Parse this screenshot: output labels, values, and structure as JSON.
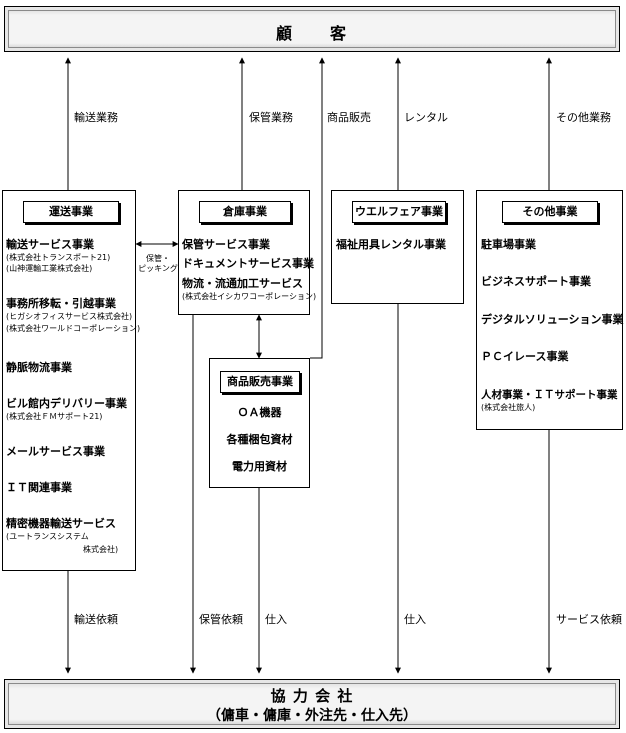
{
  "customer": {
    "label": "顧　　客"
  },
  "partner": {
    "title": "協 力 会 社",
    "subtitle": "（傭車・傭庫・外注先・仕入先）"
  },
  "top_flows": {
    "transport": "輸送業務",
    "storage": "保管業務",
    "sales": "商品販売",
    "rental": "レンタル",
    "other": "その他業務"
  },
  "bottom_flows": {
    "transport": "輸送依頼",
    "storage": "保管依頼",
    "purchase_sales": "仕入",
    "purchase_welfare": "仕入",
    "service": "サービス依頼"
  },
  "exchange_label": {
    "line1": "保管・",
    "line2": "ピッキング"
  },
  "transport": {
    "title": "運送事業",
    "item1": "輸送サービス事業",
    "item1_sub1": "(株式会社トランスポート21)",
    "item1_sub2": "(山神運輸工業株式会社)",
    "item2": "事務所移転・引越事業",
    "item2_sub1": "(ヒガシオフィスサービス株式会社)",
    "item2_sub2": "(株式会社ワールドコーポレーション)",
    "item3": "静脈物流事業",
    "item4": "ビル館内デリバリー事業",
    "item4_sub1": "(株式会社ＦＭサポート21)",
    "item5": "メールサービス事業",
    "item6": "ＩＴ関連事業",
    "item7": "精密機器輸送サービス",
    "item7_sub1": "(ユートランスシステム",
    "item7_sub2": "株式会社)"
  },
  "warehouse": {
    "title": "倉庫事業",
    "item1": "保管サービス事業",
    "item2": "ドキュメントサービス事業",
    "item3": "物流・流通加工サービス",
    "item3_sub1": "(株式会社イシカワコーポレーション)"
  },
  "product_sales": {
    "title": "商品販売事業",
    "item1": "ＯＡ機器",
    "item2": "各種梱包資材",
    "item3": "電力用資材"
  },
  "welfare": {
    "title": "ウエルフェア事業",
    "item1": "福祉用具レンタル事業"
  },
  "other": {
    "title": "その他事業",
    "item1": "駐車場事業",
    "item2": "ビジネスサポート事業",
    "item3": "デジタルソリューション事業",
    "item4": "ＰＣイレース事業",
    "item5": "人材事業・ＩＴサポート事業",
    "item5_sub1": "(株式会社旅人)"
  }
}
